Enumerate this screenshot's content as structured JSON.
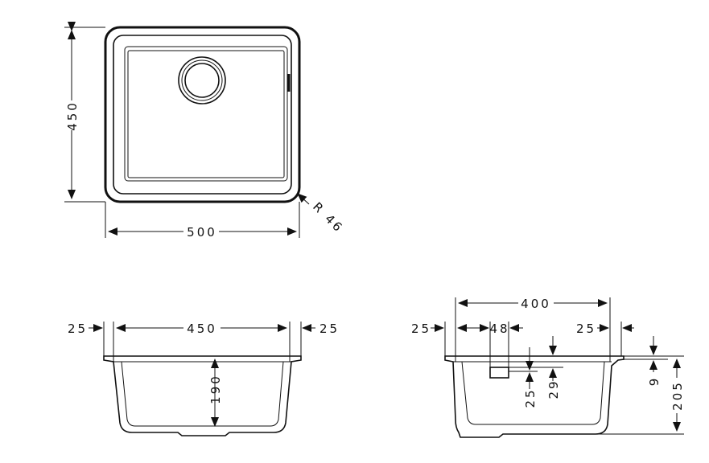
{
  "top_view": {
    "depth": "450",
    "width": "500",
    "radius": "R 46"
  },
  "front_view": {
    "left_rim": "25",
    "inner_width": "450",
    "right_rim": "25",
    "bowl_depth": "190"
  },
  "side_view": {
    "inner_width": "400",
    "left_rim": "25",
    "drain_width": "48",
    "right_rim": "25",
    "overflow_offset": "25",
    "overflow_height": "29",
    "rim_height": "9",
    "total_height": "205"
  }
}
